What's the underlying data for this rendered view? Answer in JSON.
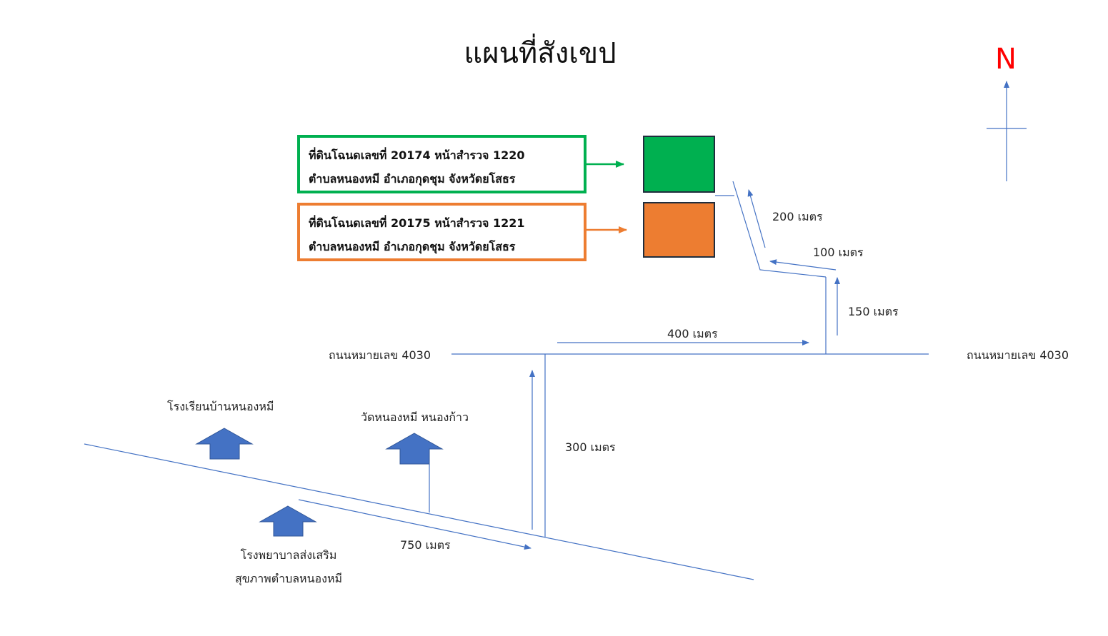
{
  "title": "แผนที่สังเขป",
  "north_label": "N",
  "legend": [
    {
      "line1": "ที่ดินโฉนดเลขที่ 20174 หน้าสำรวจ 1220",
      "line2": "ตำบลหนองหมี อำเภอกุดชุม จังหวัดยโสธร",
      "color": "#00b050"
    },
    {
      "line1": "ที่ดินโฉนดเลขที่ 20175 หน้าสำรวจ 1221",
      "line2": "ตำบลหนองหมี อำเภอกุดชุม จังหวัดยโสธร",
      "color": "#ed7d31"
    }
  ],
  "roads": {
    "highway_left": "ถนนหมายเลข 4030",
    "highway_right": "ถนนหมายเลข 4030"
  },
  "landmarks": {
    "school": "โรงเรียนบ้านหนองหมี",
    "temple": "วัดหนองหมี หนองก้าว",
    "hospital_line1": "โรงพยาบาลส่งเสริม",
    "hospital_line2": "สุขภาพตำบลหนองหมี"
  },
  "distances": {
    "d750": "750 เมตร",
    "d300": "300 เมตร",
    "d400": "400 เมตร",
    "d150": "150 เมตร",
    "d100": "100 เมตร",
    "d200": "200 เมตร"
  },
  "colors": {
    "line": "#4472c4",
    "landmark_arrow": "#4472c4",
    "title_text": "#111111",
    "north": "#ff0000"
  },
  "icons": [
    "north-arrow-icon",
    "landmark-arrow-icon"
  ]
}
